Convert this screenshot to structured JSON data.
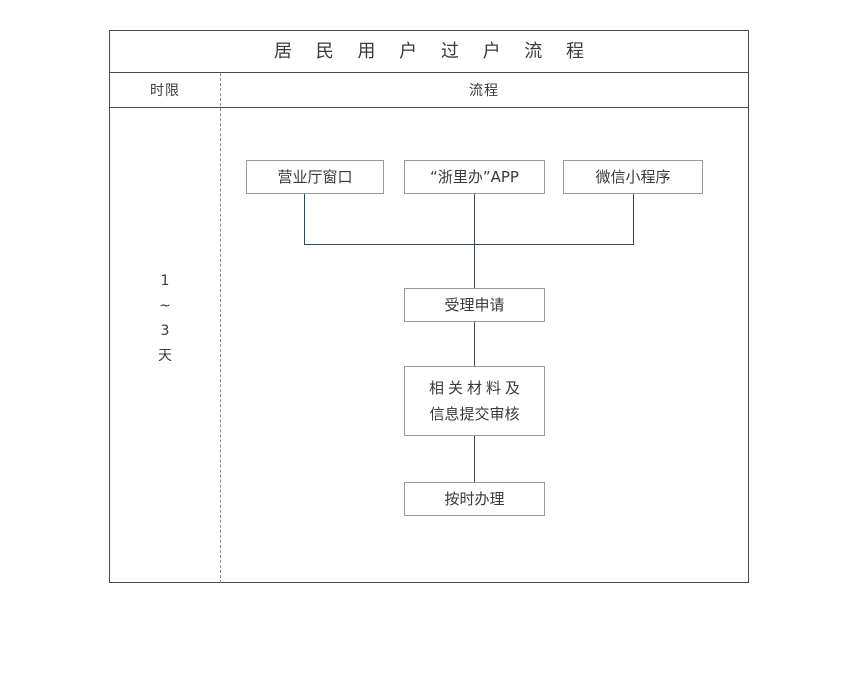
{
  "chart_data": {
    "type": "diagram",
    "title": "居民用户过户流程",
    "columns": [
      "时限",
      "流程"
    ],
    "time_limit": [
      "1",
      "~",
      "3",
      "天"
    ],
    "nodes": [
      {
        "id": "hall",
        "label": "营业厅窗口",
        "level": 1
      },
      {
        "id": "app",
        "label": "“浙里办”APP",
        "level": 1
      },
      {
        "id": "miniapp",
        "label": "微信小程序",
        "level": 1
      },
      {
        "id": "accept",
        "label": "受理申请",
        "level": 2
      },
      {
        "id": "materials",
        "label_line1": "相关材料及",
        "label_line2": "信息提交审核",
        "level": 3
      },
      {
        "id": "ontime",
        "label": "按时办理",
        "level": 4
      }
    ],
    "edges": [
      {
        "from": "hall",
        "to": "accept"
      },
      {
        "from": "app",
        "to": "accept"
      },
      {
        "from": "miniapp",
        "to": "accept"
      },
      {
        "from": "accept",
        "to": "materials"
      },
      {
        "from": "materials",
        "to": "ontime"
      }
    ],
    "colors": {
      "connector": "#2b4a5e",
      "node_border": "#9a9a9a",
      "table_border": "#4a4a4a",
      "divider": "#8a8a8a",
      "text": "#3a3a3a",
      "background": "#ffffff"
    }
  },
  "table": {
    "title": "居 民 用 户 过 户 流 程",
    "header": {
      "time_limit": "时限",
      "process": "流程"
    }
  },
  "timelimit": {
    "line1": "1",
    "line2": "~",
    "line3": "3",
    "line4": "天"
  },
  "nodes": {
    "hall": "营业厅窗口",
    "app": "“浙里办”APP",
    "miniapp": "微信小程序",
    "accept": "受理申请",
    "materials_line1": "相关材料及",
    "materials_line2": "信息提交审核",
    "ontime": "按时办理"
  }
}
